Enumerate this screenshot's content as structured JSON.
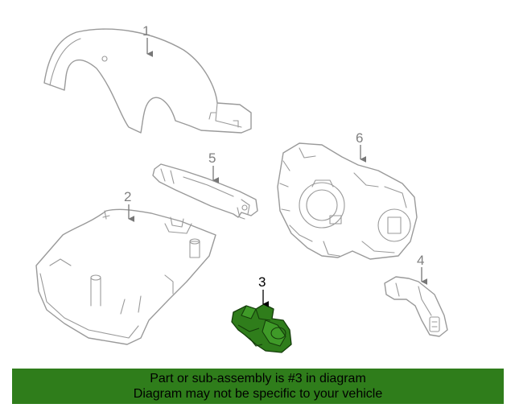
{
  "callouts": [
    "1",
    "2",
    "3",
    "4",
    "5",
    "6"
  ],
  "highlighted_part": "3",
  "colors": {
    "highlight": "#2f7d1b",
    "line": "#9a9a9a",
    "banner": "#2f7d1b"
  },
  "banner": {
    "line1": "Part or sub-assembly is #3 in diagram",
    "line2": "Diagram may not be specific to your vehicle"
  }
}
